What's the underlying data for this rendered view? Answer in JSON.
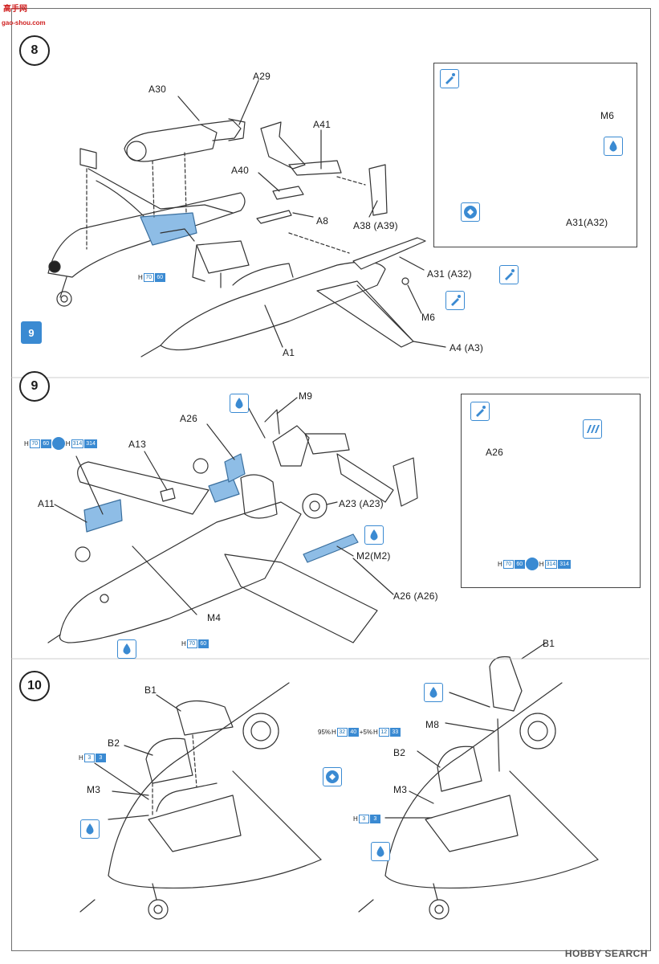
{
  "watermark": {
    "site": "高手网",
    "url": "gao-shou.com"
  },
  "steps": [
    "8",
    "9",
    "10"
  ],
  "step8": {
    "labels": {
      "a30": "A30",
      "a29": "A29",
      "a41": "A41",
      "a40": "A40",
      "a8": "A8",
      "a38": "A38 (A39)",
      "m6_inset": "M6",
      "a31_inset": "A31(A32)",
      "a31": "A31 (A32)",
      "m6": "M6",
      "a4": "A4 (A3)",
      "a1": "A1"
    },
    "paint_code": {
      "h": "H",
      "v1": "70",
      "v2": "60"
    },
    "ref_badge": "9"
  },
  "step9": {
    "labels": {
      "m9": "M9",
      "a26": "A26",
      "a13": "A13",
      "a11": "A11",
      "a23": "A23 (A23)",
      "m2": "M2(M2)",
      "a26b": "A26 (A26)",
      "m4": "M4",
      "a26_inset": "A26"
    },
    "code_left": {
      "h": "H",
      "v1": "70",
      "v2": "60",
      "h2": "H",
      "v3": "314",
      "v4": "314"
    },
    "code_bottom": {
      "h": "H",
      "v1": "70",
      "v2": "60"
    },
    "code_inset": {
      "h": "H",
      "v1": "70",
      "v2": "60",
      "h2": "H",
      "v3": "314",
      "v4": "314"
    }
  },
  "step10": {
    "left": {
      "b1": "B1",
      "b2": "B2",
      "m3": "M3",
      "code": {
        "h": "H",
        "v1": "3",
        "v2": "3"
      }
    },
    "right": {
      "b1": "B1",
      "m8": "M8",
      "b2": "B2",
      "m3": "M3",
      "mix": {
        "p1": "95%",
        "h1": "H",
        "v1": "32",
        "v2": "40",
        "p2": "+5%",
        "h2": "H",
        "v3": "12",
        "v4": "33"
      },
      "code": {
        "h": "H",
        "v1": "3",
        "v2": "3"
      }
    }
  },
  "footer": {
    "brand": "HOBBY SEARCH"
  },
  "colors": {
    "accent": "#3a8ad2",
    "part_fill": "#8ebde6",
    "ink": "#1a1a1a"
  },
  "icons": [
    "drop-icon",
    "brush-icon",
    "flip-icon",
    "ref-badge-icon"
  ]
}
